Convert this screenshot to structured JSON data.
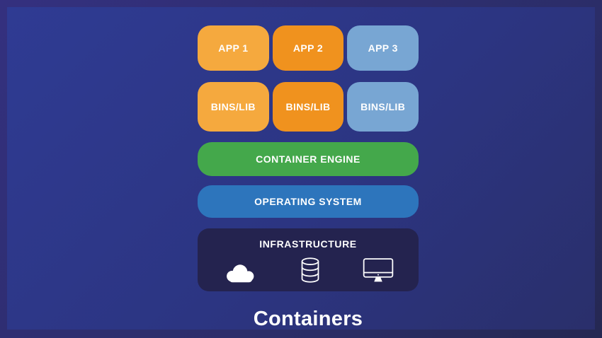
{
  "diagram": {
    "title": "Containers",
    "apps": [
      {
        "label": "APP 1",
        "color": "#F5A93E"
      },
      {
        "label": "APP 2",
        "color": "#F0921E"
      },
      {
        "label": "APP 3",
        "color": "#78A6D3"
      }
    ],
    "bins": [
      {
        "label": "BINS/LIB",
        "color": "#F5A93E"
      },
      {
        "label": "BINS/LIB",
        "color": "#F0921E"
      },
      {
        "label": "BINS/LIB",
        "color": "#78A6D3"
      }
    ],
    "container_engine": {
      "label": "CONTAINER ENGINE",
      "color": "#44A84B"
    },
    "operating_system": {
      "label": "OPERATING SYSTEM",
      "color": "#2D75BC"
    },
    "infrastructure": {
      "label": "INFRASTRUCTURE",
      "color": "#24234F",
      "icons": [
        "cloud-icon",
        "database-icon",
        "monitor-icon"
      ]
    },
    "colors": {
      "frame_border_start": "#34307F",
      "frame_border_end": "#252852",
      "canvas_start": "#2F3B93",
      "canvas_end": "#2A2F6B",
      "text": "#FFFFFF"
    }
  }
}
